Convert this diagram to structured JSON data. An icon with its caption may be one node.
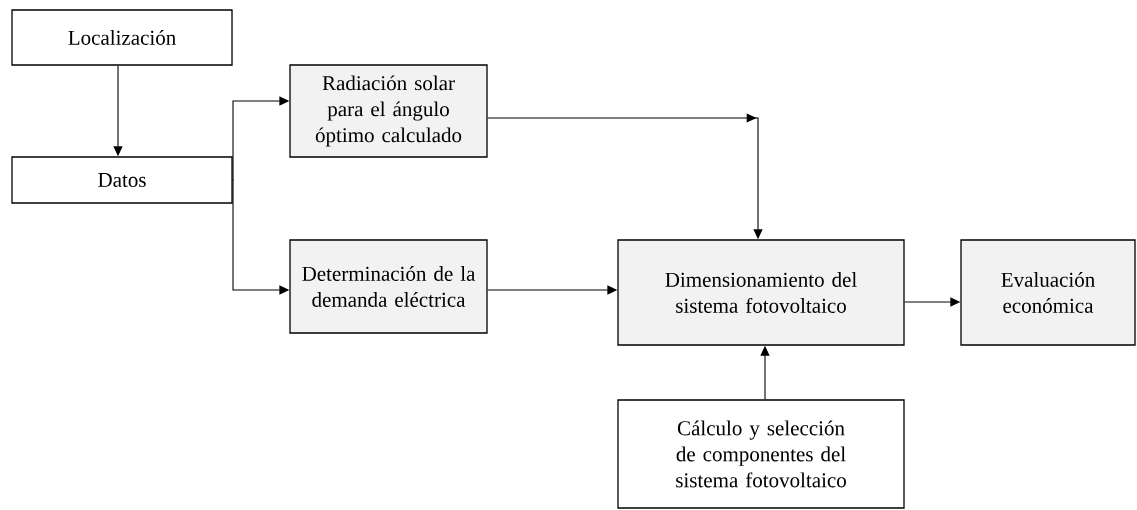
{
  "diagram": {
    "nodes": [
      {
        "text": [
          "Localización"
        ]
      },
      {
        "text": [
          "Datos"
        ]
      },
      {
        "text": [
          "Radiación solar para el ángulo óptimo calculado"
        ]
      },
      {
        "text": [
          "Determinación de la demanda eléctrica"
        ]
      },
      {
        "text": [
          "Dimensionamiento del sistema fotovoltaico"
        ]
      },
      {
        "text": [
          "Evaluación económica"
        ]
      },
      {
        "text": [
          "Cálculo y selección de componentes del sistema fotovoltaico"
        ]
      }
    ],
    "edges": [
      {
        "from": 0,
        "to": 1,
        "arrow": "to"
      },
      {
        "from": 1,
        "to": 2,
        "arrow": "to"
      },
      {
        "from": 1,
        "to": 3,
        "arrow": "to"
      },
      {
        "from": 2,
        "to": 4,
        "arrow": "to"
      },
      {
        "from": 3,
        "to": 4,
        "arrow": "to"
      },
      {
        "from": 4,
        "to": 5,
        "arrow": "to"
      },
      {
        "from": 6,
        "to": 4,
        "arrow": "to"
      }
    ]
  }
}
